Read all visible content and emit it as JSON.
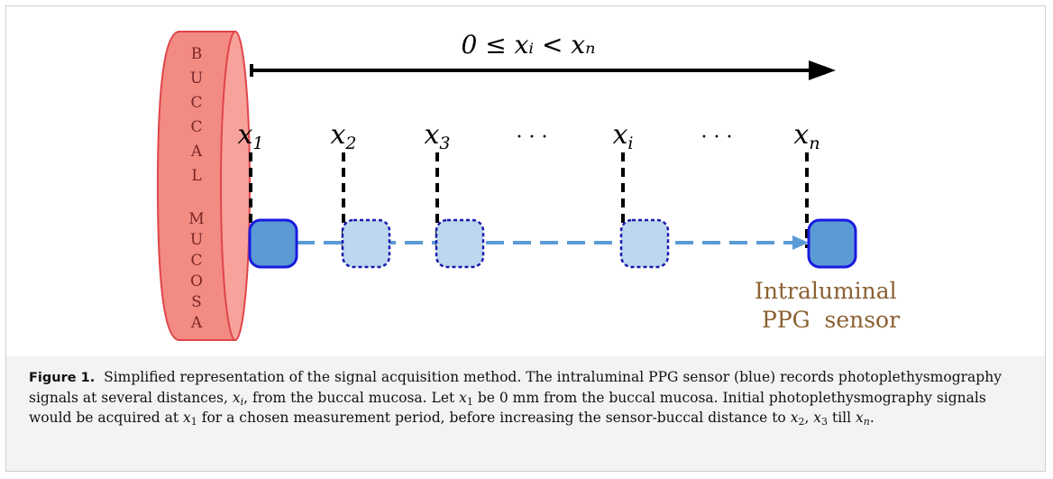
{
  "figure": {
    "cylinder_letters_top": [
      "B",
      "U",
      "C",
      "C",
      "A",
      "L"
    ],
    "cylinder_letters_bottom": [
      "M",
      "U",
      "C",
      "O",
      "S",
      "A"
    ],
    "range_label": "0 ≤ xᵢ < xₙ",
    "positions": [
      {
        "var": "x",
        "sub": "1"
      },
      {
        "var": "x",
        "sub": "2"
      },
      {
        "var": "x",
        "sub": "3"
      },
      {
        "var": "· · ·",
        "sub": ""
      },
      {
        "var": "x",
        "sub": "i"
      },
      {
        "var": "· · ·",
        "sub": ""
      },
      {
        "var": "x",
        "sub": "n"
      }
    ],
    "sensor_label_line1": "Intraluminal",
    "sensor_label_line2": "PPG  sensor",
    "colors": {
      "mucosa_fill": "#f28b82",
      "mucosa_stroke": "#e0454a",
      "sensor_fill": "#5b9bd5",
      "sensor_stroke": "#1a1adf",
      "ghost_fill": "#bdd7ee",
      "ghost_stroke": "#1a1ab0",
      "label_brown": "#8b6132"
    }
  },
  "caption": {
    "label": "Figure 1.",
    "t1": "Simplified representation of the signal acquisition method. The intraluminal PPG sensor (blue) records photoplethysmography signals at several distances, ",
    "t2": ", from the buccal mucosa. Let ",
    "t3": " be 0 mm from the buccal mucosa. Initial photoplethysmography signals would be acquired at ",
    "t4": " for a chosen measurement period, before increasing the sensor-buccal distance to ",
    "t5": " till ",
    "t6": "."
  }
}
